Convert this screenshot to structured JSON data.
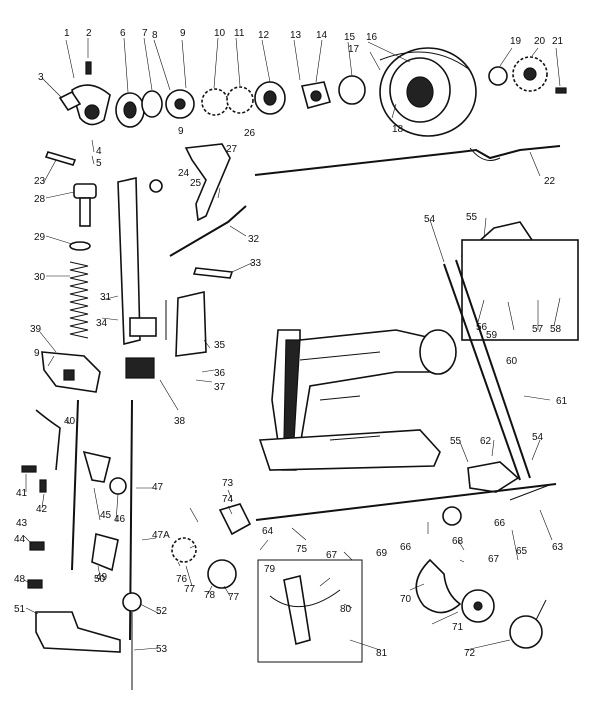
{
  "diagram": {
    "labels": [
      "1",
      "2",
      "3",
      "4",
      "5",
      "6",
      "7",
      "8",
      "9",
      "9",
      "10",
      "11",
      "12",
      "13",
      "14",
      "15",
      "16",
      "17",
      "18",
      "19",
      "20",
      "21",
      "22",
      "23",
      "24",
      "25",
      "26",
      "27",
      "28",
      "29",
      "30",
      "31",
      "32",
      "33",
      "34",
      "35",
      "36",
      "37",
      "38",
      "39",
      "9",
      "40",
      "41",
      "42",
      "43",
      "44",
      "45",
      "46",
      "47",
      "47A",
      "48",
      "49",
      "50",
      "51",
      "52",
      "53",
      "54",
      "55",
      "56",
      "57",
      "58",
      "59",
      "60",
      "61",
      "54",
      "55",
      "62",
      "63",
      "64",
      "65",
      "66",
      "66",
      "67",
      "67",
      "68",
      "69",
      "70",
      "71",
      "72",
      "73",
      "74",
      "75",
      "76",
      "77",
      "77",
      "78",
      "79",
      "80",
      "81"
    ]
  }
}
